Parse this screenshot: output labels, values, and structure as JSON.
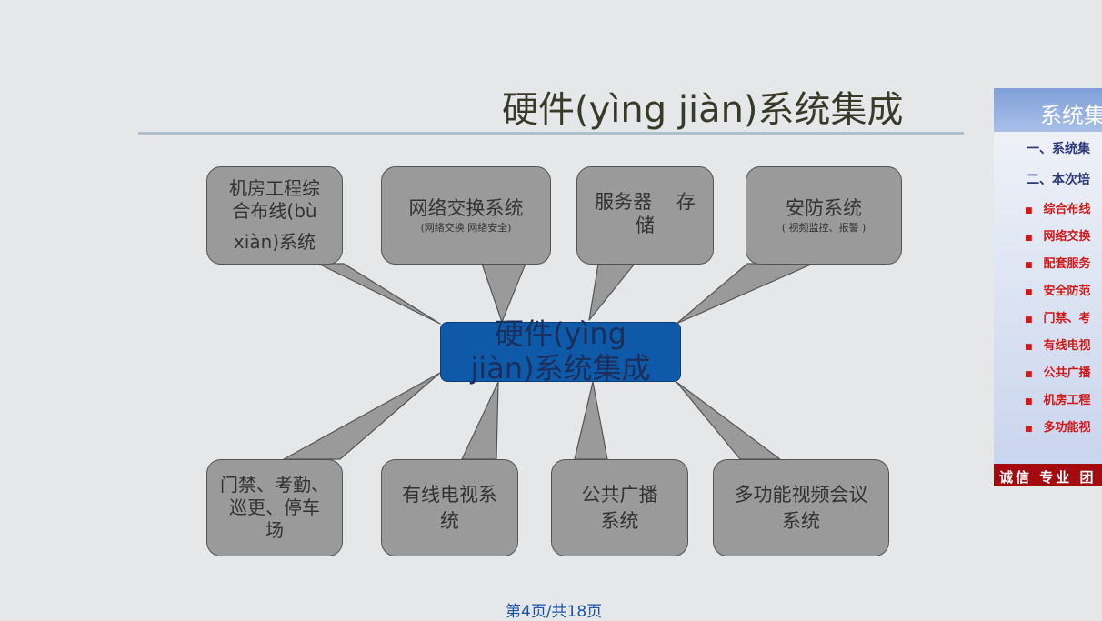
{
  "title": "硬件(yìng jiàn)系统集成",
  "center": {
    "line1": "硬件(yìng",
    "line2": "jiàn)系统集成"
  },
  "nodes": {
    "room": {
      "lines": [
        "机房工程综",
        "合布线(bù",
        "",
        "xiàn)系统"
      ]
    },
    "network": {
      "label": "网络交换系统",
      "sub": "(网络交换 网络安全)"
    },
    "server": {
      "lines": [
        "服务器    存",
        "储"
      ]
    },
    "security": {
      "label": "安防系统",
      "sub": "( 视频监控、报警 )"
    },
    "access": {
      "lines": [
        "门禁、考勤、",
        "巡更、停车",
        "场"
      ]
    },
    "cabletv": {
      "lines": [
        "有线电视系",
        "统"
      ]
    },
    "broadcast": {
      "lines": [
        "公共广播",
        "系统"
      ]
    },
    "conference": {
      "lines": [
        "多功能视频会议",
        "系统"
      ]
    }
  },
  "thumbnail": {
    "title": "系统集",
    "headings": [
      "一、系统集",
      "二、本次培"
    ],
    "bullets": [
      "综合布线",
      "网络交换",
      "配套服务",
      "安全防范",
      "门禁、考",
      "有线电视",
      "公共广播",
      "机房工程",
      "多功能视"
    ],
    "footer": "诚信 专业 团"
  },
  "page_number": "第4页/共18页",
  "colors": {
    "bubble": "#9a9a9a",
    "center": "#0f5aa8",
    "footer": "#a40a10"
  }
}
